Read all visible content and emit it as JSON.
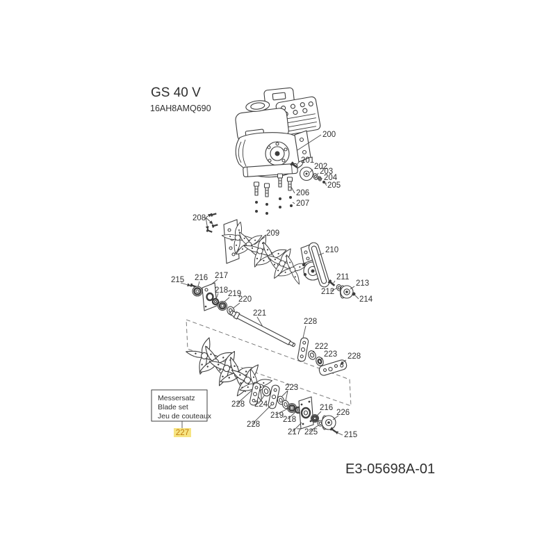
{
  "header": {
    "title": "GS 40 V",
    "model": "16AH8AMQ690"
  },
  "footer": {
    "drawing_number": "E3-05698A-01"
  },
  "label_box": {
    "line1": "Messersatz",
    "line2": "Blade set",
    "line3": "Jeu de couteaux"
  },
  "highlight": {
    "part_number": "227",
    "background": "#f6e482",
    "text_color": "#c17c0a"
  },
  "colors": {
    "line": "#3c3c3c",
    "text": "#2f2f2f",
    "background": "#ffffff"
  },
  "callouts": {
    "c200": "200",
    "c201": "201",
    "c202": "202",
    "c203": "203",
    "c204": "204",
    "c205": "205",
    "c206": "206",
    "c207": "207",
    "c208": "208",
    "c209": "209",
    "c210": "210",
    "c211": "211",
    "c212": "212",
    "c213": "213",
    "c214": "214",
    "c215a": "215",
    "c216a": "216",
    "c217a": "217",
    "c218a": "218",
    "c219a": "219",
    "c220": "220",
    "c221": "221",
    "c228a": "228",
    "c222": "222",
    "c223a": "223",
    "c228b": "228",
    "c223b": "223",
    "c228c": "228",
    "c224": "224",
    "c228d": "228",
    "c219b": "219",
    "c218b": "218",
    "c217b": "217",
    "c225": "225",
    "c216b": "216",
    "c226": "226",
    "c215b": "215"
  }
}
